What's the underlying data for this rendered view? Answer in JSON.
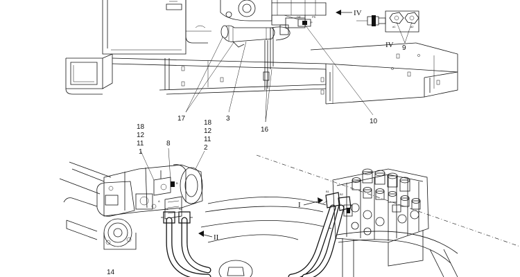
{
  "callouts": {
    "p17": "17",
    "p3": "3",
    "p16": "16",
    "p10": "10",
    "p9": "9",
    "p18a": "18",
    "p12a": "12",
    "p11a": "11",
    "p1": "1",
    "p8": "8",
    "p18b": "18",
    "p12b": "12",
    "p11b": "11",
    "p2": "2",
    "p14": "14"
  },
  "views": {
    "view_iv_arrow": "IV",
    "view_iv_detail": "IV",
    "view_i": "I",
    "view_ii": "II"
  },
  "port_marks": {
    "pa1": "a1",
    "pa2": "a2",
    "pb": "B",
    "pa": "A",
    "pa1b": "A1",
    "pa2b": "A2",
    "pb1": "B1",
    "pb2": "B2",
    "pp": "P",
    "pps": "PS",
    "pdr": "DR"
  }
}
